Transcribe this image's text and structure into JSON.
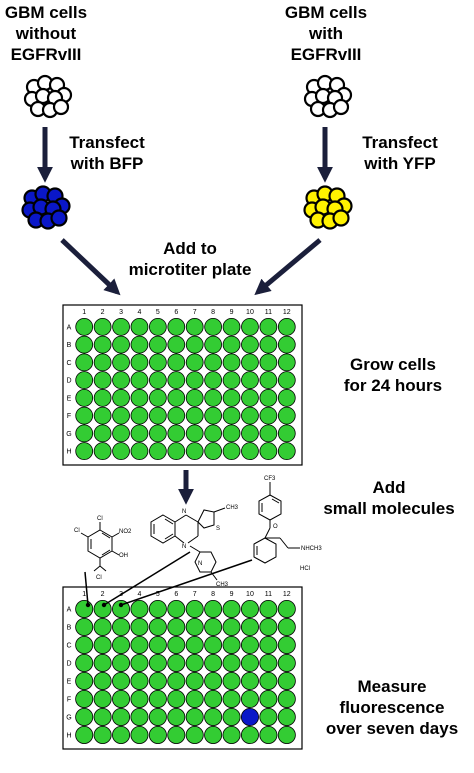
{
  "labels": {
    "left_cells": [
      "GBM cells",
      "without",
      "EGFRvIII"
    ],
    "right_cells": [
      "GBM cells",
      "with",
      "EGFRvIII"
    ],
    "left_transfect": [
      "Transfect",
      "with BFP"
    ],
    "right_transfect": [
      "Transfect",
      "with YFP"
    ],
    "add_plate": [
      "Add to",
      "microtiter plate"
    ],
    "grow": [
      "Grow cells",
      "for 24 hours"
    ],
    "add_molecules": [
      "Add",
      "small molecules"
    ],
    "measure": [
      "Measure",
      "fluorescence",
      "over seven days"
    ]
  },
  "plate": {
    "columns": [
      "1",
      "2",
      "3",
      "4",
      "5",
      "6",
      "7",
      "8",
      "9",
      "10",
      "11",
      "12"
    ],
    "rows": [
      "A",
      "B",
      "C",
      "D",
      "E",
      "F",
      "G",
      "H"
    ]
  },
  "molecules": {
    "mol1": [
      "Cl",
      "Cl",
      "NO2",
      "Cl",
      "OH"
    ],
    "mol2": [
      "N",
      "S",
      "CH3",
      "N",
      "N",
      "CH3"
    ],
    "mol3": [
      "CF3",
      "O",
      "NHCH3",
      "HCl"
    ]
  },
  "highlight_well": {
    "row": "G",
    "column": "10"
  },
  "colors": {
    "well_green": "#33cc33",
    "bfp_blue": "#0a17c8",
    "yfp_yellow": "#fff200",
    "arrow": "#1b1f3b"
  }
}
